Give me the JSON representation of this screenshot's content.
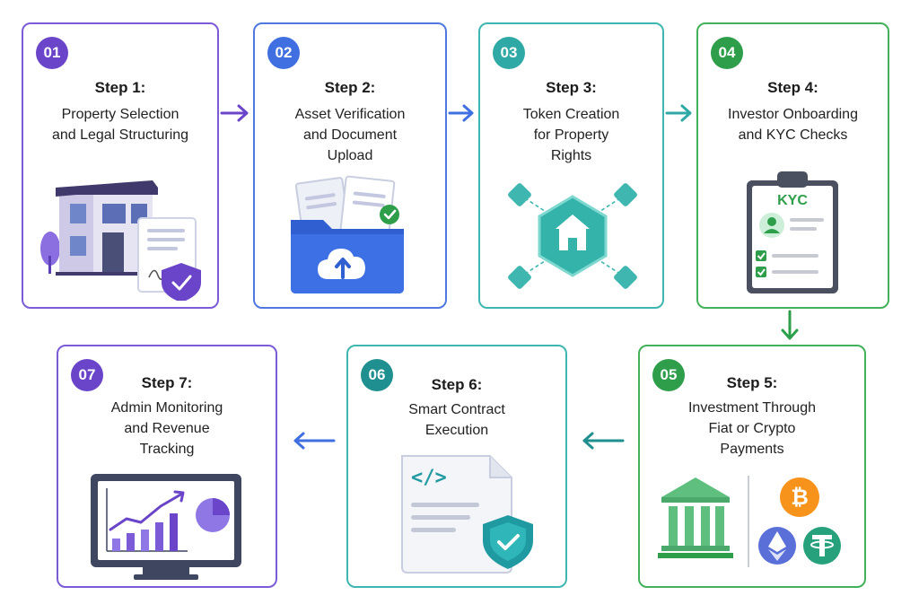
{
  "steps": [
    {
      "num": "01",
      "title": "Step 1:",
      "lines": [
        "Property Selection",
        "and Legal Structuring"
      ],
      "color": "#6a45c9"
    },
    {
      "num": "02",
      "title": "Step 2:",
      "lines": [
        "Asset Verification",
        "and Document",
        "Upload"
      ],
      "color": "#3f6fe0"
    },
    {
      "num": "03",
      "title": "Step 3:",
      "lines": [
        "Token Creation",
        "for Property",
        "Rights"
      ],
      "color": "#2fa9a5"
    },
    {
      "num": "04",
      "title": "Step 4:",
      "lines": [
        "Investor Onboarding",
        "and KYC Checks"
      ],
      "color": "#2e9e4a"
    },
    {
      "num": "05",
      "title": "Step 5:",
      "lines": [
        "Investment Through",
        "Fiat or Crypto",
        "Payments"
      ],
      "color": "#2e9e4a"
    },
    {
      "num": "06",
      "title": "Step 6:",
      "lines": [
        "Smart Contract",
        "Execution"
      ],
      "color": "#1f8f8f"
    },
    {
      "num": "07",
      "title": "Step 7:",
      "lines": [
        "Admin Monitoring",
        "and Revenue",
        "Tracking"
      ],
      "color": "#6a45c9"
    }
  ],
  "kyc_label": "KYC",
  "code_label": "</>",
  "icons": {
    "step1": "building-with-shield-document-icon",
    "step2": "folder-upload-icon",
    "step3": "token-network-icon",
    "step4": "kyc-clipboard-icon",
    "step5": "bank-and-crypto-icon",
    "step6": "smart-contract-shield-icon",
    "step7": "monitor-chart-icon"
  }
}
